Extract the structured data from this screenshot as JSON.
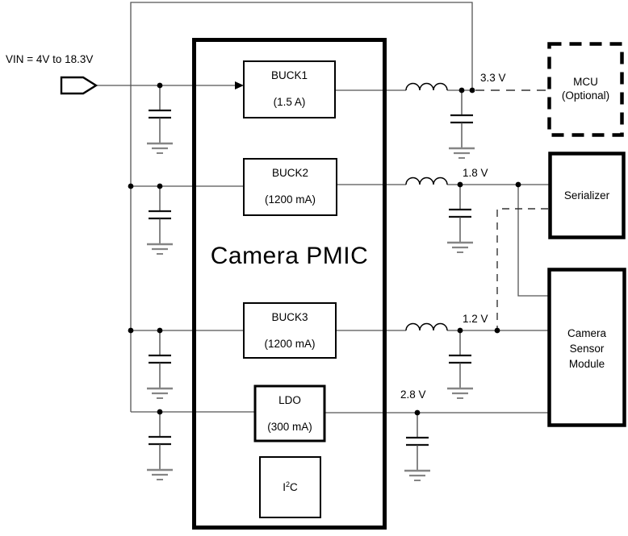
{
  "diagram": {
    "title_note": "Camera PMIC power-tree block diagram",
    "input_label": "VIN = 4V to 18.3V",
    "pmic": {
      "title": "Camera PMIC",
      "blocks": {
        "buck1": {
          "name": "BUCK1",
          "rating": "(1.5 A)"
        },
        "buck2": {
          "name": "BUCK2",
          "rating": "(1200 mA)"
        },
        "buck3": {
          "name": "BUCK3",
          "rating": "(1200 mA)"
        },
        "ldo": {
          "name": "LDO",
          "rating": "(300 mA)"
        },
        "i2c": {
          "pre": "I",
          "sup": "2",
          "post": "C"
        }
      }
    },
    "rails": {
      "rail_3v3": "3.3 V",
      "rail_1v8": "1.8 V",
      "rail_1v2": "1.2 V",
      "rail_2v8": "2.8 V"
    },
    "loads": {
      "mcu": {
        "line1": "MCU",
        "line2": "(Optional)"
      },
      "serializer": {
        "line1": "Serializer"
      },
      "camera": {
        "line1": "Camera",
        "line2": "Sensor",
        "line3": "Module"
      }
    },
    "colors": {
      "background": "#ffffff",
      "wire": "#555555",
      "component_outline": "#000000",
      "ground_symbol": "#858585"
    }
  }
}
